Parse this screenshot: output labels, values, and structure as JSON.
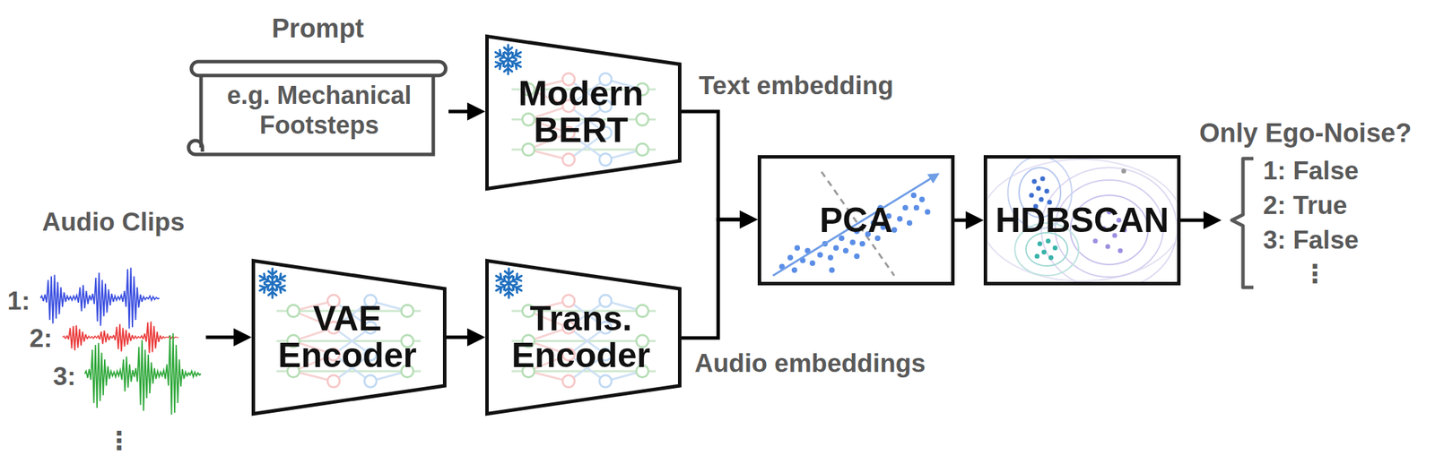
{
  "diagram": {
    "nodes": [
      {
        "text": [
          "Prompt",
          "e.g. Mechanical Footsteps"
        ]
      },
      {
        "text": [
          "Modern BERT"
        ]
      },
      {
        "text": [
          "Audio Clips"
        ]
      },
      {
        "text": [
          "VAE Encoder"
        ]
      },
      {
        "text": [
          "Trans. Encoder"
        ]
      },
      {
        "text": [
          "PCA"
        ]
      },
      {
        "text": [
          "HDBSCAN"
        ]
      },
      {
        "text": [
          "Only Ego-Noise?",
          "1: False",
          "2: True",
          "3: False",
          "⋮"
        ]
      }
    ],
    "edges": [
      {
        "from": 0,
        "to": 1,
        "arrow": "to"
      },
      {
        "from": 2,
        "to": 3,
        "arrow": "to"
      },
      {
        "from": 3,
        "to": 4,
        "arrow": "to"
      },
      {
        "from": 1,
        "to": 5,
        "label": "Text embedding",
        "arrow": "to"
      },
      {
        "from": 4,
        "to": 5,
        "label": "Audio embeddings",
        "arrow": "to"
      },
      {
        "from": 5,
        "to": 6,
        "arrow": "to"
      },
      {
        "from": 6,
        "to": 7,
        "arrow": "to"
      }
    ],
    "labels": [
      "1:",
      "2:",
      "3:",
      "⋮"
    ]
  }
}
